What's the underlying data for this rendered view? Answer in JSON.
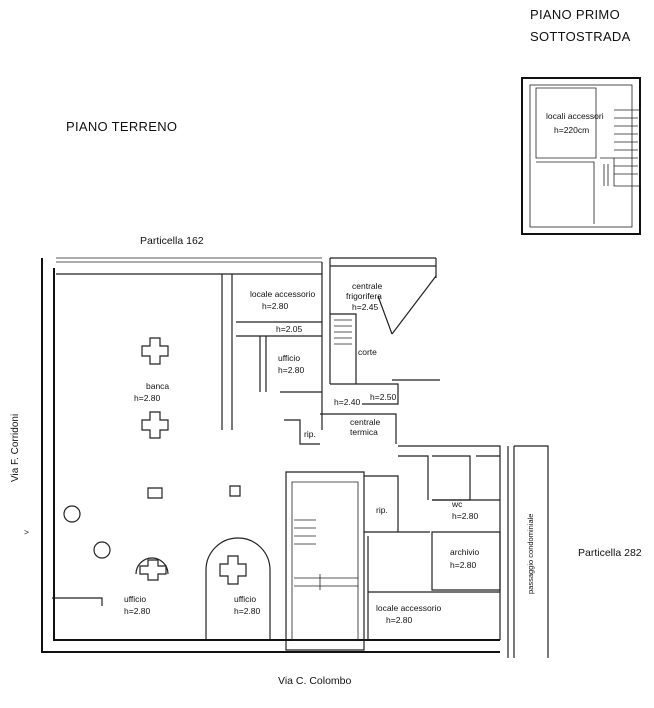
{
  "titles": {
    "upper_floor_line1": "PIANO PRIMO",
    "upper_floor_line2": "SOTTOSTRADA",
    "ground_floor": "PIANO TERRENO"
  },
  "parcels": {
    "north": "Particella 162",
    "east": "Particella 282"
  },
  "streets": {
    "south": "Via C. Colombo",
    "west": "Via F. Corridoni"
  },
  "misc": {
    "west_arrow": ">"
  },
  "rooms": {
    "basement_name": "locali accessori",
    "basement_height": "h=220cm",
    "local_acc_n_name": "locale accessorio",
    "local_acc_n_height": "h=2.80",
    "frigo_name_1": "centrale",
    "frigo_name_2": "frigorifera",
    "frigo_height": "h=2.45",
    "h205": "h=2.05",
    "ufficio_n_name": "ufficio",
    "ufficio_n_height": "h=2.80",
    "corte": "corte",
    "h240": "h=2.40",
    "h250": "h=2.50",
    "termica_name_1": "centrale",
    "termica_name_2": "termica",
    "rip_1": "rip.",
    "rip_2": "rip.",
    "banca_name": "banca",
    "banca_height": "h=2.80",
    "wc_name": "wc",
    "wc_height": "h=2.80",
    "archivio_name": "archivio",
    "archivio_height": "h=2.80",
    "passaggio": "passaggio condominiale",
    "ufficio_sw_name": "ufficio",
    "ufficio_sw_height": "h=2.80",
    "ufficio_s_name": "ufficio",
    "ufficio_s_height": "h=2.80",
    "local_acc_s_name": "locale accessorio",
    "local_acc_s_height": "h=2.80"
  }
}
